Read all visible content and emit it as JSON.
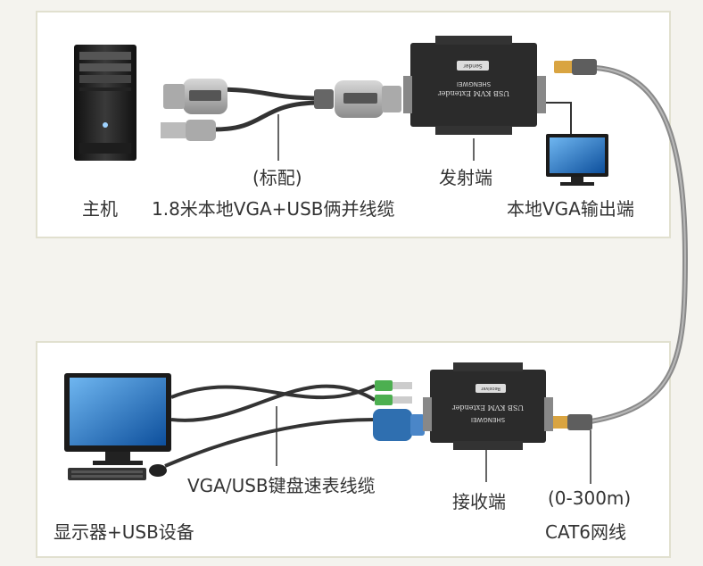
{
  "labels": {
    "host": "主机",
    "cable_note": "(标配)",
    "cable_name": "1.8米本地VGA+USB俩并线缆",
    "sender": "发射端",
    "local_vga": "本地VGA输出端",
    "kvm_cable": "VGA/USB键盘速表线缆",
    "receiver": "接收端",
    "distance": "(0-300m)",
    "network_cable": "CAT6网线",
    "display_usb": "显示器+USB设备"
  },
  "devices": {
    "product_text": "USB KVM Extender",
    "brand_text": "SHENGWEI",
    "sender_tag": "Sender",
    "receiver_tag": "Receiver"
  },
  "colors": {
    "panel_border": "#e1e0cf",
    "device_body": "#2b2b2b",
    "network_cable": "#8a8a8a",
    "vga_blue": "#2f6fb0",
    "usb_green": "#4caf50",
    "rj45_amber": "#d9a441"
  }
}
